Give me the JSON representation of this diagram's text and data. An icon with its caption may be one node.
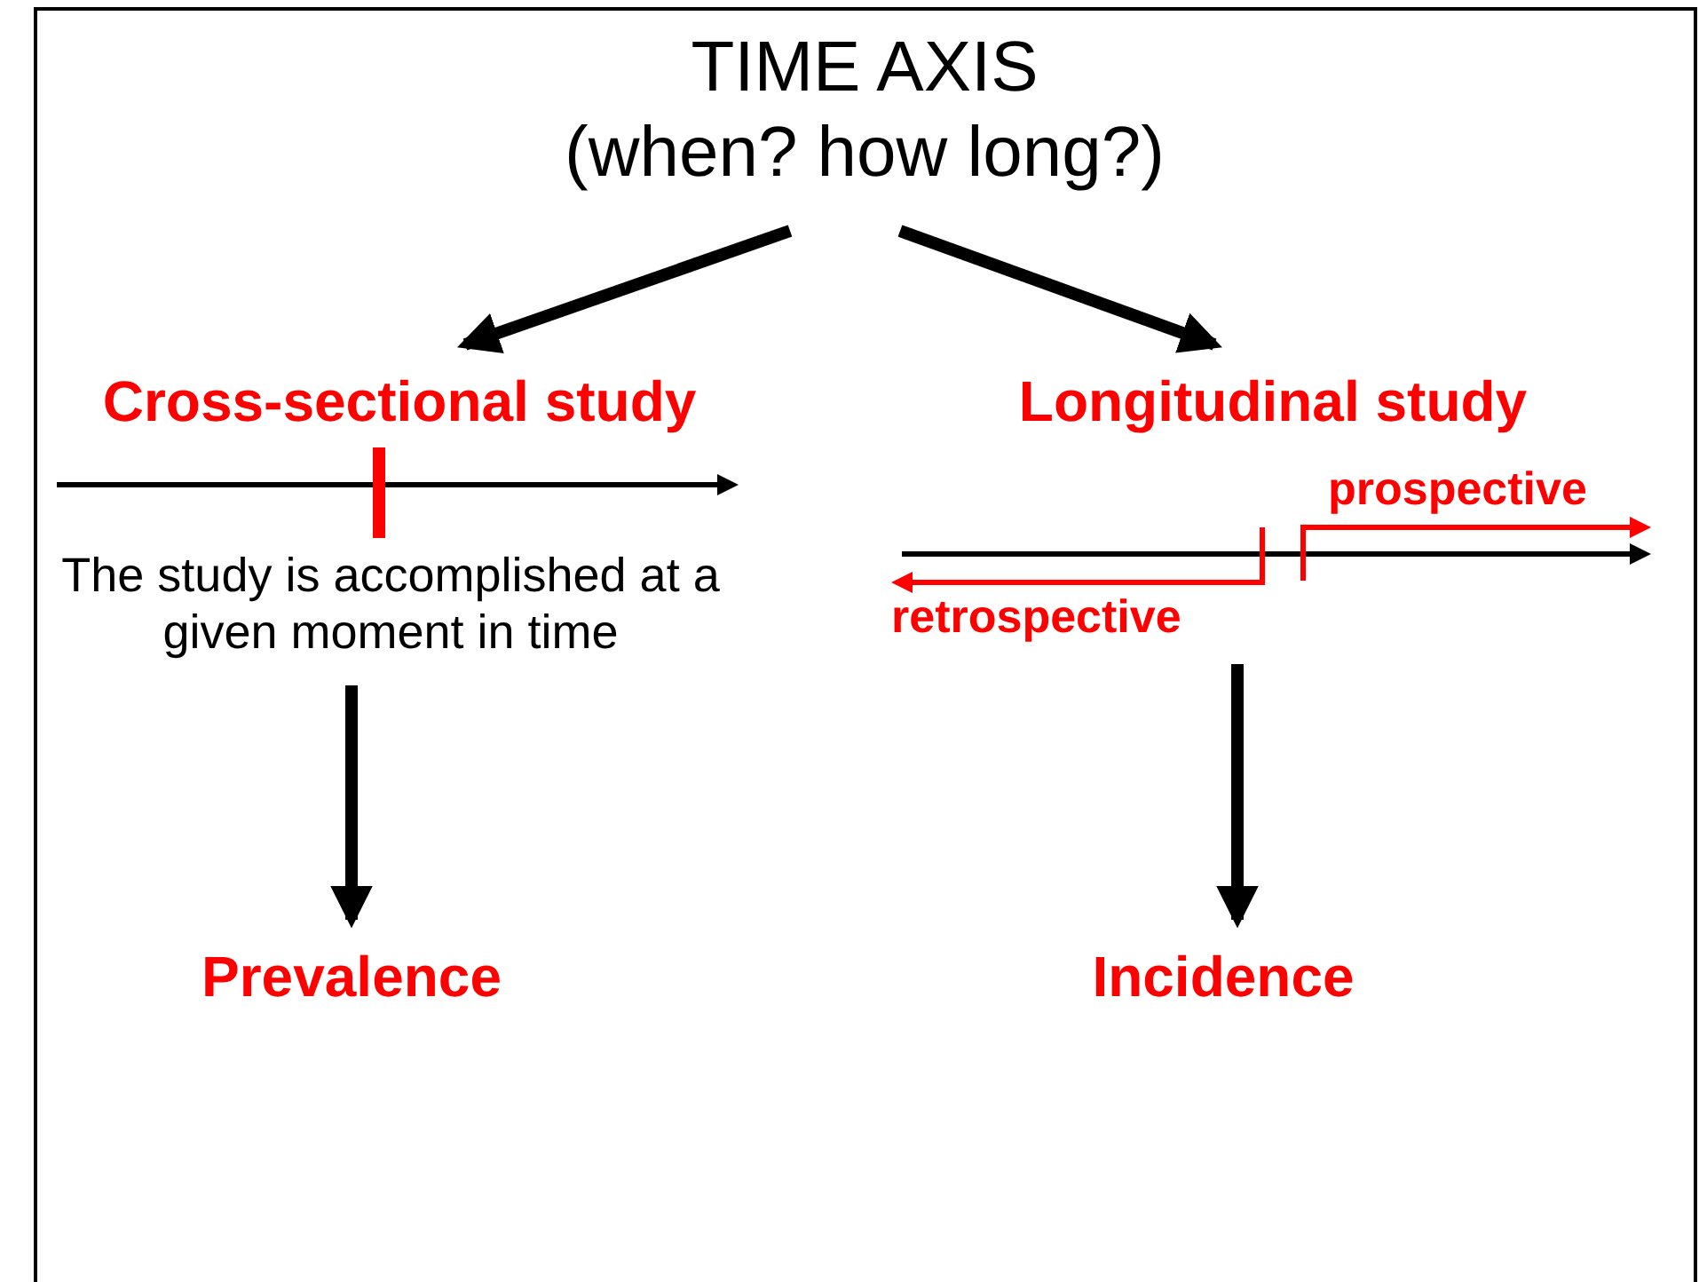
{
  "diagram": {
    "nodes": [
      {
        "text": [
          "TIME AXIS",
          "(when? how long?)"
        ]
      },
      {
        "text": [
          "Cross-sectional study"
        ],
        "beside": [
          "The study is accomplished at a given moment in time"
        ]
      },
      {
        "text": [
          "Longitudinal study"
        ]
      },
      {
        "text": [
          "Prevalence"
        ]
      },
      {
        "text": [
          "Incidence"
        ]
      }
    ],
    "edges": [
      {
        "from": 0,
        "to": 1,
        "arrow": "to"
      },
      {
        "from": 0,
        "to": 2,
        "arrow": "to"
      },
      {
        "from": 1,
        "to": 3,
        "arrow": "to"
      },
      {
        "from": 2,
        "to": 4,
        "arrow": "to"
      }
    ],
    "labels": [
      "prospective",
      "retrospective"
    ]
  }
}
